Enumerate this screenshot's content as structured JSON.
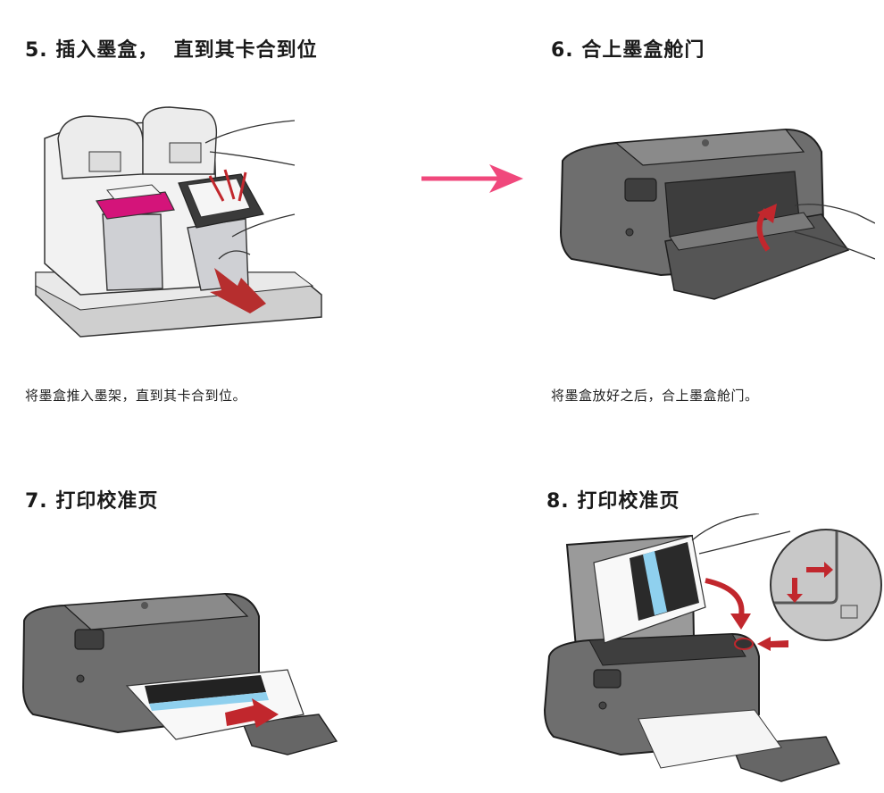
{
  "colors": {
    "accent_pink": "#f0487c",
    "arrow_red": "#c1272d",
    "cartridge_magenta": "#d4147a",
    "printer_gray": "#6b6b6b",
    "printer_dark": "#4a4a4a",
    "calibration_blue": "#8fd0ee"
  },
  "steps": [
    {
      "number": "5.",
      "title": "插入墨盒，  直到其卡合到位",
      "caption": "将墨盒推入墨架，直到其卡合到位。",
      "illustration": "insert-cartridge"
    },
    {
      "number": "6.",
      "title": "合上墨盒舱门",
      "caption": "将墨盒放好之后，合上墨盒舱门。",
      "illustration": "close-cartridge-door"
    },
    {
      "number": "7.",
      "title": "打印校准页",
      "caption": "",
      "illustration": "print-alignment-page"
    },
    {
      "number": "8.",
      "title": "打印校准页",
      "caption": "",
      "illustration": "scan-alignment-page"
    }
  ],
  "transition_arrow": "right-arrow"
}
